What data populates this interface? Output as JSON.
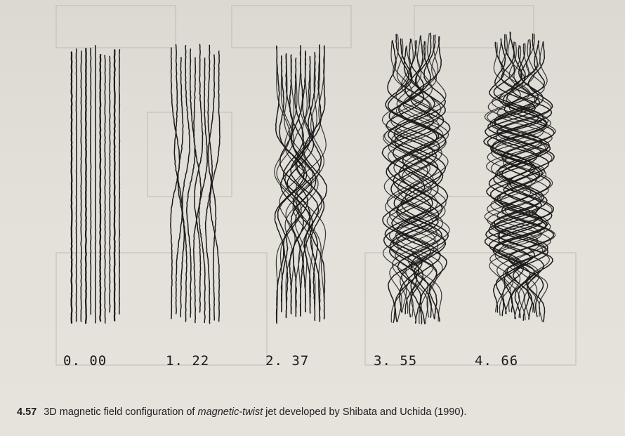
{
  "figure": {
    "panels": [
      {
        "time": "0. 00"
      },
      {
        "time": "1. 22"
      },
      {
        "time": "2. 37"
      },
      {
        "time": "3. 55"
      },
      {
        "time": "4. 66"
      }
    ]
  },
  "caption": {
    "number": "4.57",
    "text_before": "3D magnetic field configuration of ",
    "emphasis": "magnetic-twist",
    "text_after": " jet developed by Shibata and Uchida (1990)."
  },
  "colors": {
    "ink": "#1a1a1a",
    "paper": "#e3dfd9"
  }
}
